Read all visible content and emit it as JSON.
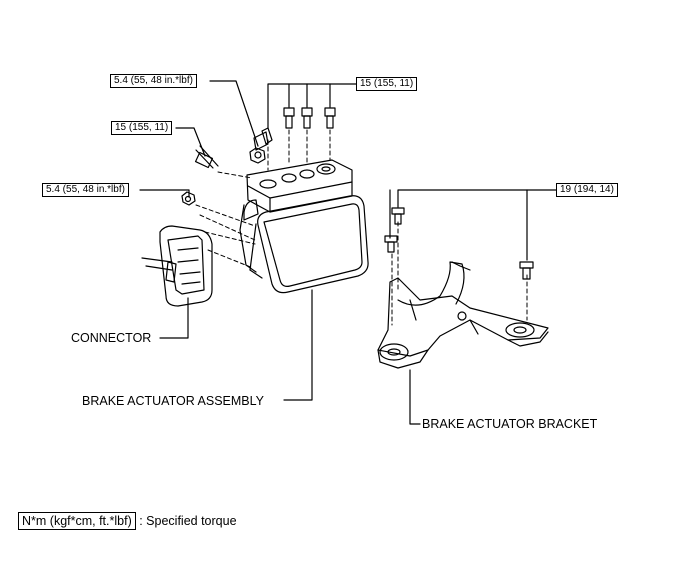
{
  "torque_labels": {
    "a": "5.4 (55, 48 in.*lbf)",
    "b": "15 (155, 11)",
    "c": "5.4 (55, 48 in.*lbf)",
    "d": "15 (155, 11)",
    "e": "19 (194, 14)"
  },
  "part_labels": {
    "connector": "CONNECTOR",
    "actuator_assembly": "BRAKE ACTUATOR ASSEMBLY",
    "actuator_bracket": "BRAKE ACTUATOR BRACKET"
  },
  "legend": {
    "unit": "N*m (kgf*cm, ft.*lbf)",
    "description": ": Specified torque"
  }
}
